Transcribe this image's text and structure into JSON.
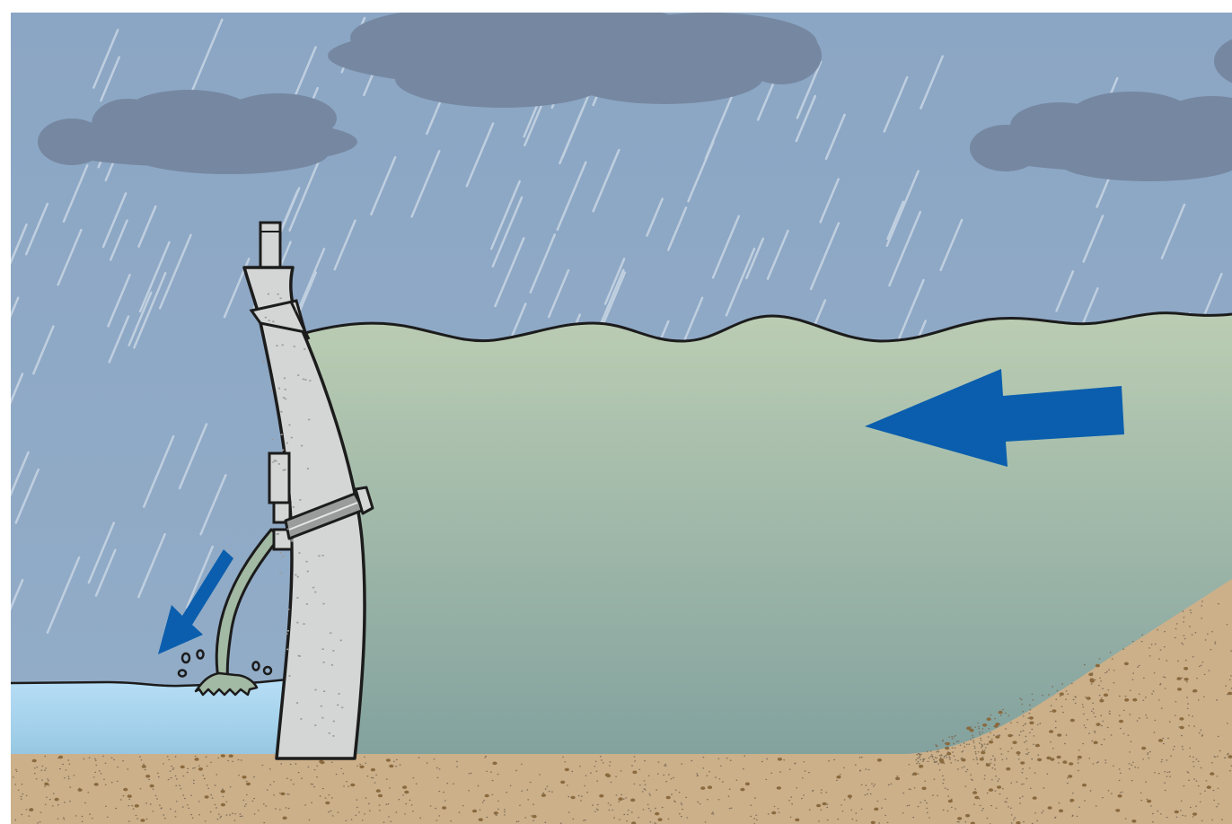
{
  "scene": {
    "subject": "",
    "colors": {
      "sky": "#8ea9c6",
      "rain": "#c7d5e3",
      "cloud": "#7487a0",
      "reservoir_top": "#b9cbb2",
      "reservoir_bottom": "#7c9d9c",
      "downstream_water_top": "#a9d6f3",
      "downstream_water_bottom": "#76a8bf",
      "ground": "#cbb089",
      "ground_speck": "#8a6a3e",
      "dam": "#d4d6d6",
      "dam_outline": "#1c1c1c",
      "leak": "#9fb8a2",
      "flow_arrow": "#0a5cab"
    },
    "icons": {
      "cloud": "cloud-icon",
      "rain": "rain-streak",
      "dam": "dam-wall",
      "flow": "arrow-icon",
      "leak": "water-jet",
      "splash": "splash-drop"
    }
  }
}
